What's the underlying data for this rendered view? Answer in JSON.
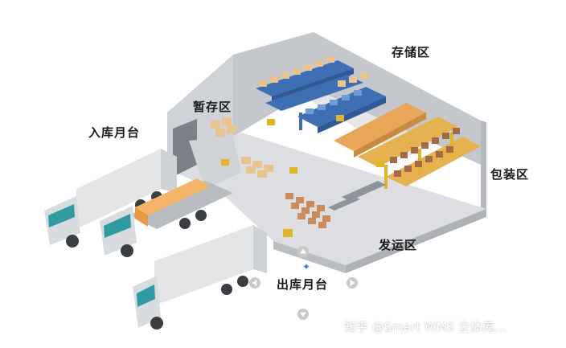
{
  "zones": {
    "storage": "存储区",
    "staging": "暂存区",
    "inbound_dock": "入库月台",
    "packing": "包装区",
    "shipping": "发运区",
    "outbound_dock": "出库月台"
  },
  "watermark": "知乎 @Smart WMS 立体库…",
  "colors": {
    "wall": "#c9cdd2",
    "floor": "#d8dadd",
    "rack_blue": "#3f6fb3",
    "rack_yellow": "#e0b52c",
    "box": "#e9c48f",
    "truck_body": "#e3e5e7",
    "truck_cab": "#d9dcdf",
    "cab_window": "#2f9aa0"
  },
  "icons": {
    "nav_up": "arrow-up-icon",
    "nav_down": "arrow-down-icon",
    "nav_left": "arrow-left-icon",
    "nav_right": "arrow-right-icon"
  }
}
